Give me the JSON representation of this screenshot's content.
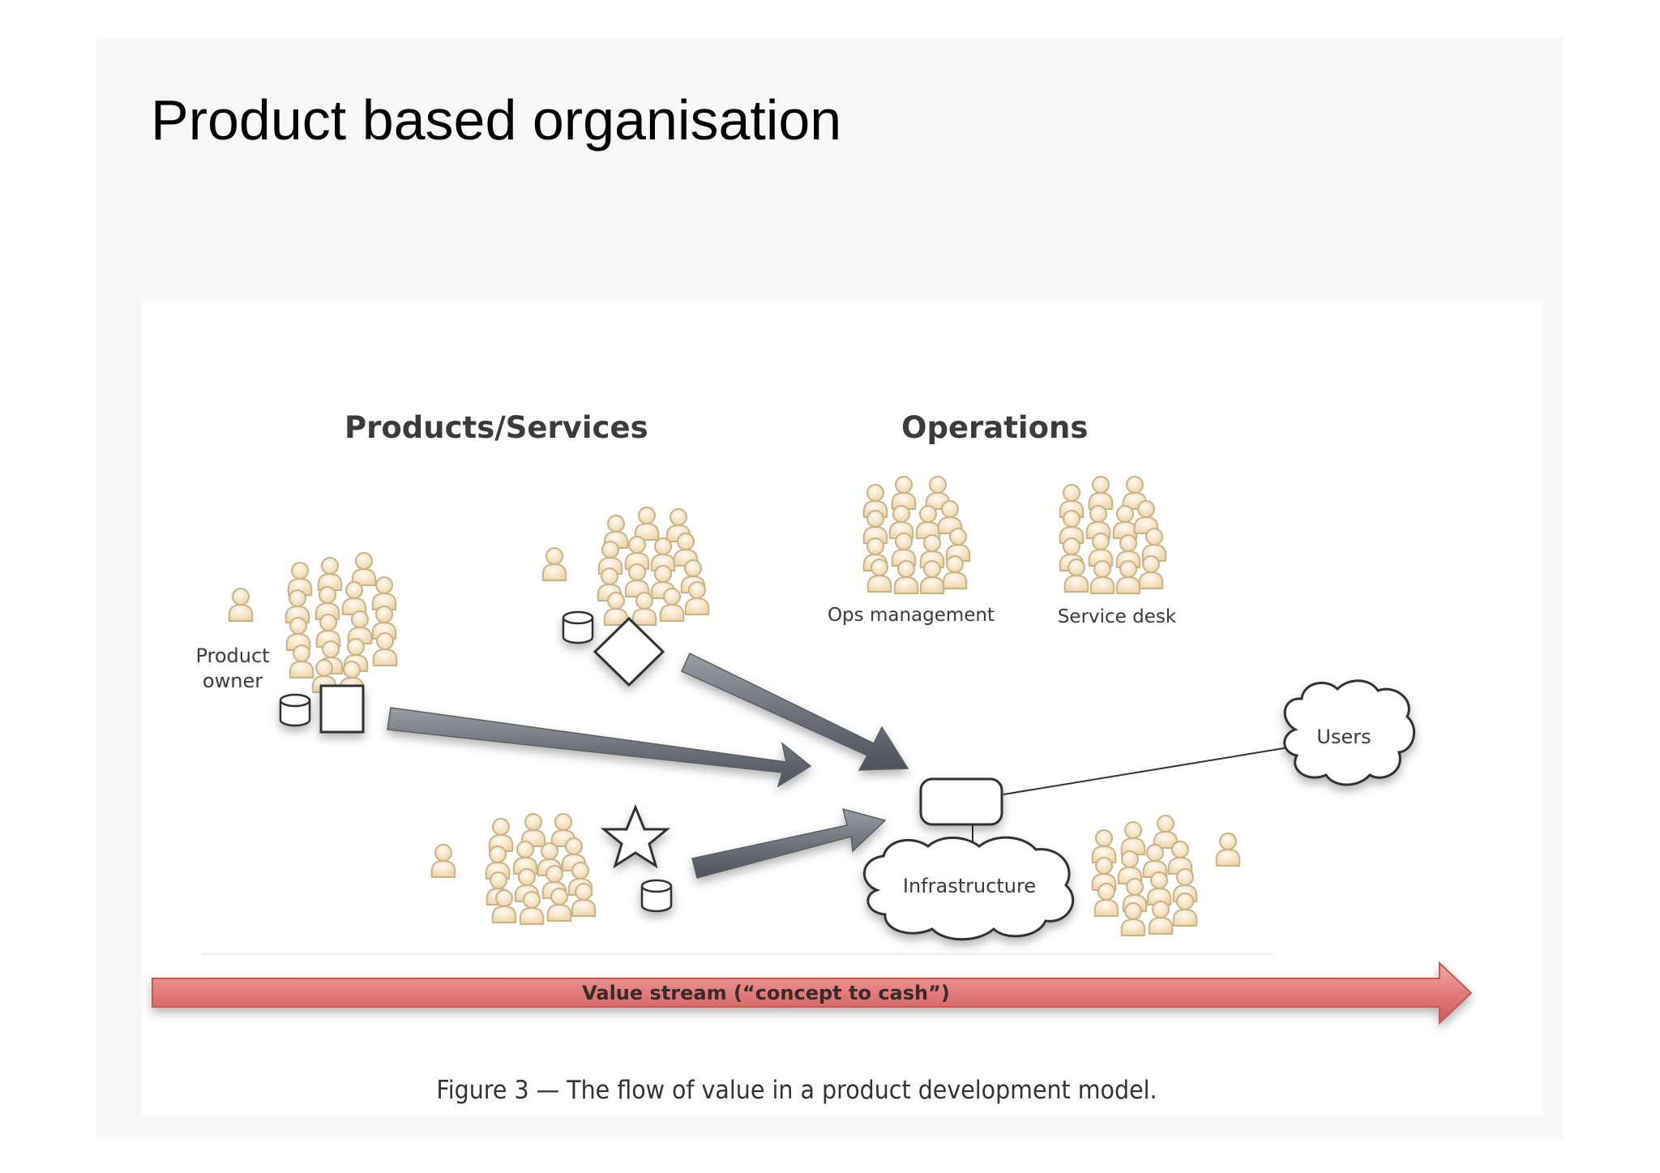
{
  "slide": {
    "title": "Product based organisation"
  },
  "diagram": {
    "headings": {
      "products": "Products/Services",
      "operations": "Operations"
    },
    "labels": {
      "product_owner_line1": "Product",
      "product_owner_line2": "owner",
      "ops_management": "Ops management",
      "service_desk": "Service desk",
      "users": "Users",
      "infrastructure": "Infrastructure"
    },
    "value_stream": "Value stream (“concept to cash”)",
    "caption": "Figure 3 — The flow of value in a product development model."
  },
  "colors": {
    "person_fill": "#f3dfb6",
    "person_stroke": "#c9b288",
    "arrow_gray": "#6e7379",
    "value_stream_red": "#e07a78"
  },
  "icons": {
    "team": "person-group-icon",
    "product_shapes": [
      "square-icon",
      "diamond-icon",
      "star-icon"
    ],
    "storage": "cylinder-icon"
  }
}
